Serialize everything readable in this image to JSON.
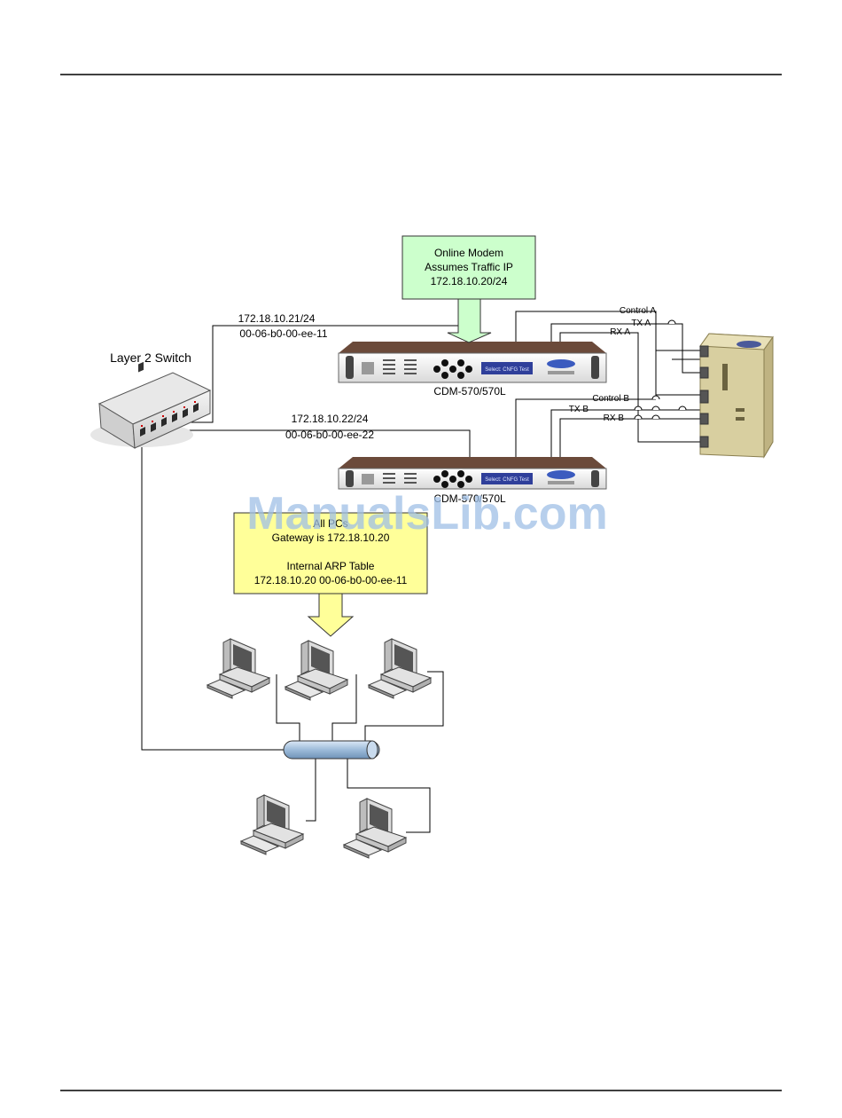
{
  "switch": {
    "label": "Layer 2 Switch"
  },
  "modem_a": {
    "label": "CDM-570/570L",
    "ip": "172.18.10.21/24",
    "mac": "00-06-b0-00-ee-11",
    "display": "Select: CNFG Test"
  },
  "modem_b": {
    "label": "CDM-570/570L",
    "ip": "172.18.10.22/24",
    "mac": "00-06-b0-00-ee-22",
    "display": "Select: CNFG Test"
  },
  "callout_online": {
    "line1": "Online Modem",
    "line2": "Assumes Traffic IP",
    "line3": "172.18.10.20/24"
  },
  "callout_pcs": {
    "line1": "All PCs",
    "line2": "Gateway is 172.18.10.20",
    "line3": "Internal ARP Table",
    "line4": "172.18.10.20  00-06-b0-00-ee-11"
  },
  "connections": {
    "control_a": "Control A",
    "tx_a": "TX A",
    "rx_a": "RX A",
    "control_b": "Control B",
    "tx_b": "TX B",
    "rx_b": "RX B"
  },
  "watermark": "ManualsLib.com",
  "colors": {
    "callout_green": "#ccffcc",
    "callout_yellow": "#ffff99",
    "bus_blue": "#a8c4e0",
    "watermark": "#9fc0e6"
  }
}
